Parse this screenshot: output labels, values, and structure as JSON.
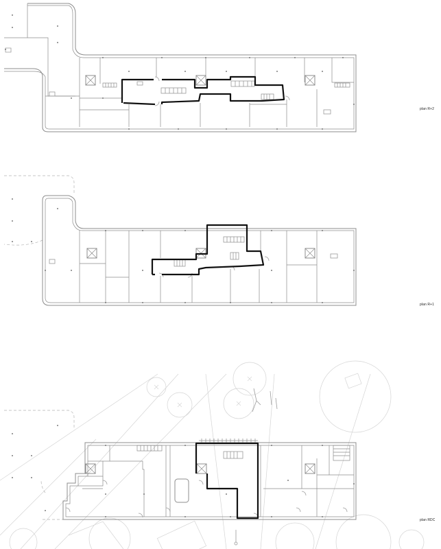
{
  "plans": [
    {
      "id": "r2",
      "label": "plan R+2"
    },
    {
      "id": "r1",
      "label": "plan R+1"
    },
    {
      "id": "rdc",
      "label": "plan RDC"
    }
  ]
}
